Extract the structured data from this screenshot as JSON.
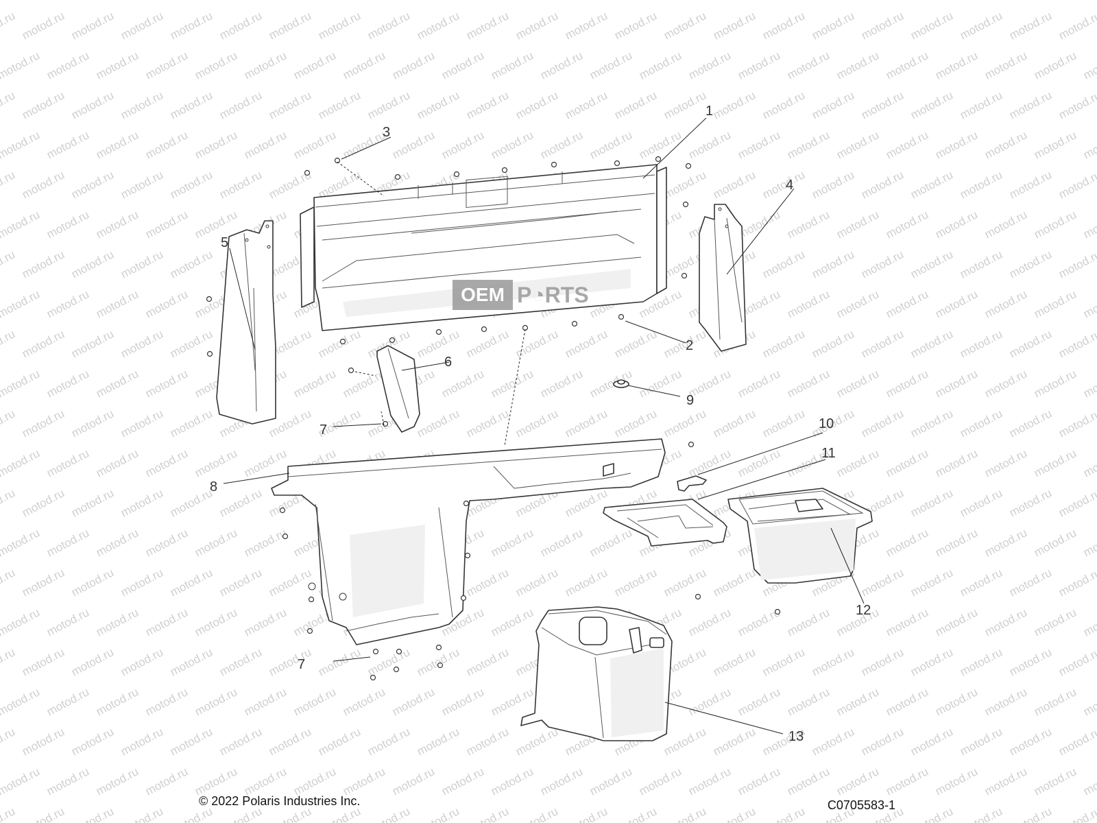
{
  "watermark": "motod.ru",
  "logo": {
    "oem": "OEM",
    "rest": "P◔RTS"
  },
  "callouts": {
    "c1": "1",
    "c2": "2",
    "c3": "3",
    "c4": "4",
    "c5": "5",
    "c6": "6",
    "c7a": "7",
    "c7b": "7",
    "c8": "8",
    "c9": "9",
    "c10": "10",
    "c11": "11",
    "c12": "12",
    "c13": "13"
  },
  "footer": {
    "copyright": "© 2022 Polaris Industries Inc.",
    "code": "C0705583-1"
  }
}
